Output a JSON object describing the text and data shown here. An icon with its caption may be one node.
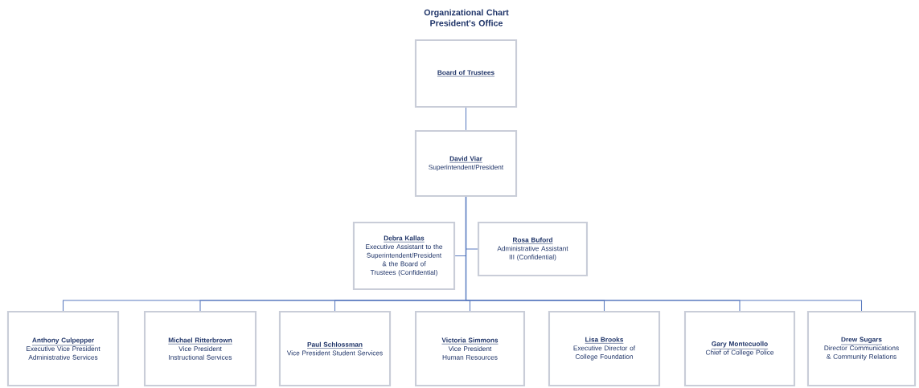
{
  "diagram": {
    "title": "Organizational Chart President's Office",
    "nodes": [
      {
        "text": [
          "Board of Trustees"
        ]
      },
      {
        "text": [
          "David Viar",
          "Superintendent/President"
        ]
      },
      {
        "text": [
          "Debra Kallas",
          "Executive Assistant to the Superintendent/President & the Board of Trustees (Confidential)"
        ]
      },
      {
        "text": [
          "Rosa Buford",
          "Administrative Assistant III (Confidential)"
        ]
      },
      {
        "text": [
          "Anthony Culpepper",
          "Executive Vice President Administrative Services"
        ]
      },
      {
        "text": [
          "Michael Ritterbrown",
          "Vice President Instructional Services"
        ]
      },
      {
        "text": [
          "Paul Schlossman",
          "Vice President Student Services"
        ]
      },
      {
        "text": [
          "Victoria Simmons",
          "Vice President Human Resources"
        ]
      },
      {
        "text": [
          "Lisa Brooks",
          "Executive Director of College Foundation"
        ]
      },
      {
        "text": [
          "Gary Montecuollo",
          "Chief of College Police"
        ]
      },
      {
        "text": [
          "Drew Sugars",
          "Director Communications & Community Relations"
        ]
      }
    ],
    "edges": [
      {
        "from": 0,
        "to": 1,
        "arrow": "none"
      },
      {
        "from": 1,
        "to": 2,
        "arrow": "none"
      },
      {
        "from": 1,
        "to": 3,
        "arrow": "none"
      },
      {
        "from": 1,
        "to": 4,
        "arrow": "none"
      },
      {
        "from": 1,
        "to": 5,
        "arrow": "none"
      },
      {
        "from": 1,
        "to": 6,
        "arrow": "none"
      },
      {
        "from": 1,
        "to": 7,
        "arrow": "none"
      },
      {
        "from": 1,
        "to": 8,
        "arrow": "none"
      },
      {
        "from": 1,
        "to": 9,
        "arrow": "none"
      },
      {
        "from": 1,
        "to": 10,
        "arrow": "none"
      }
    ]
  }
}
